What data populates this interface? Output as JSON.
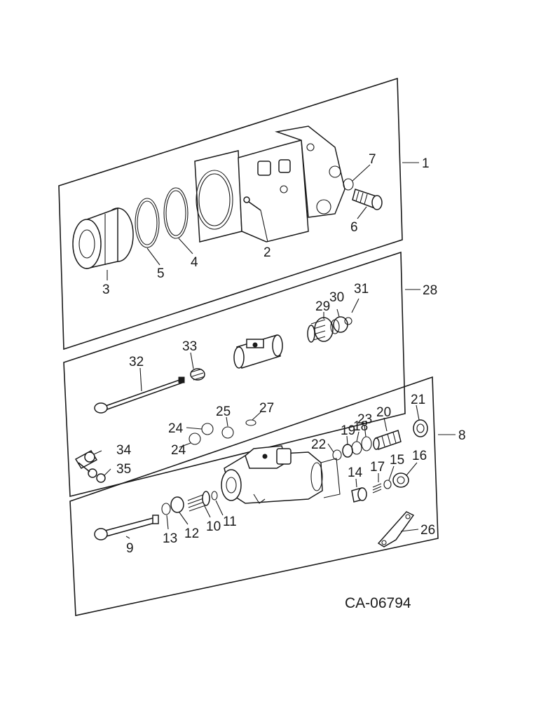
{
  "diagram": {
    "drawing_code": "CA-06794",
    "callouts": [
      "1",
      "2",
      "3",
      "4",
      "5",
      "6",
      "7",
      "8",
      "9",
      "10",
      "11",
      "12",
      "13",
      "14",
      "15",
      "16",
      "17",
      "18",
      "19",
      "20",
      "21",
      "22",
      "23",
      "24",
      "25",
      "26",
      "27",
      "28",
      "29",
      "30",
      "31",
      "32",
      "33",
      "34",
      "35"
    ],
    "panels": [
      "Panel 1 group",
      "Panel 28 group",
      "Panel 8 group"
    ]
  }
}
